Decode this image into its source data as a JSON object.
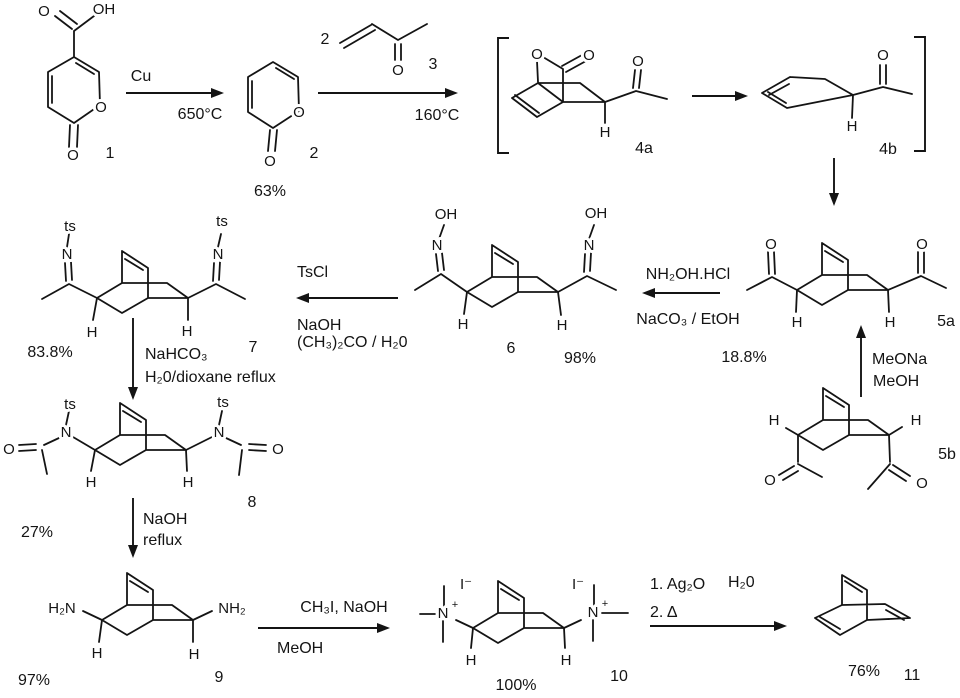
{
  "atoms": {
    "o": "O",
    "oh": "OH",
    "h": "H",
    "n": "N",
    "ts": "ts",
    "h2n": "H₂N",
    "nh2": "NH₂",
    "iodide": "I⁻",
    "plus": "+"
  },
  "numbers": {
    "c1": "1",
    "c2": "2",
    "c3": "3",
    "c4a": "4a",
    "c4b": "4b",
    "c5a": "5a",
    "c5b": "5b",
    "c6": "6",
    "c7": "7",
    "c8": "8",
    "c9": "9",
    "c10": "10",
    "c11": "11"
  },
  "yields": {
    "y63": "63%",
    "y18": "18.8%",
    "y98": "98%",
    "y83": "83.8%",
    "y27": "27%",
    "y97": "97%",
    "y100": "100%",
    "y76": "76%"
  },
  "conditions": {
    "cu": "Cu",
    "t650": "650°C",
    "mvk_coeff": "2",
    "t160": "160°C",
    "nh2oh_hcl": "NH₂OH.HCl",
    "naco3_etoh": "NaCO₃ / EtOH",
    "tscl": "TsCl",
    "naoh": "NaOH",
    "acetone_h2o": "(CH₃)₂CO / H₂0",
    "nahco3": "NaHCO₃",
    "h2o_dioxane": "H₂0/dioxane reflux",
    "naoh_reflux1": "NaOH",
    "naoh_reflux2": "reflux",
    "ch3i_naoh": "CH₃I, NaOH",
    "meoh": "MeOH",
    "ag2o": "1. Ag₂O",
    "ag2o_h2o": "H₂0",
    "delta": "2. Δ",
    "meona": "MeONa",
    "meona_meoh": "MeOH"
  }
}
